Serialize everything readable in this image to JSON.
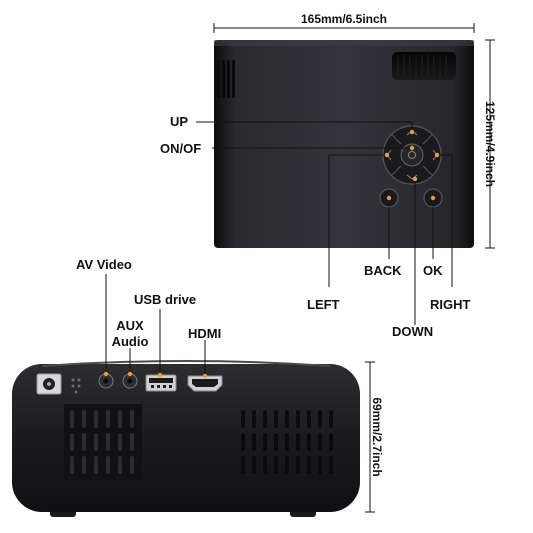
{
  "top_view": {
    "width_dimension": "165mm/6.5inch",
    "depth_dimension": "125mm/4.9inch",
    "buttons": {
      "up": "UP",
      "on_off": "ON/OF",
      "left": "LEFT",
      "down": "DOWN",
      "right": "RIGHT",
      "back": "BACK",
      "ok": "OK"
    }
  },
  "rear_view": {
    "height_dimension": "69mm/2.7inch",
    "ports": {
      "av_video": "AV Video",
      "aux_audio_line1": "AUX",
      "aux_audio_line2": "Audio",
      "usb_drive": "USB drive",
      "hdmi": "HDMI"
    }
  },
  "colors": {
    "body": "#1c1c20",
    "leader_line": "#111111",
    "marker_dot": "#e8a030"
  }
}
